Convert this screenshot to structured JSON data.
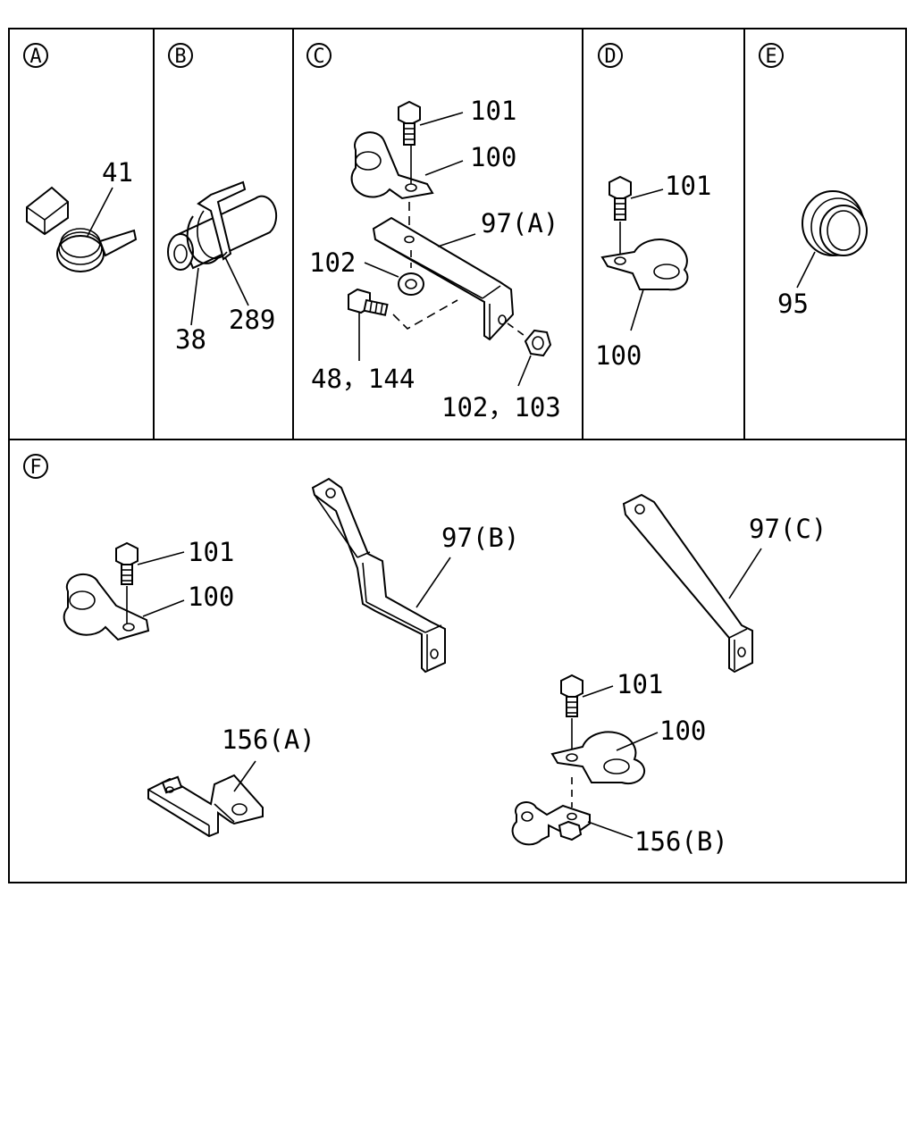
{
  "panels": {
    "A": {
      "id": "A",
      "labels": {
        "p41": "41"
      }
    },
    "B": {
      "id": "B",
      "labels": {
        "p38": "38",
        "p289": "289"
      }
    },
    "C": {
      "id": "C",
      "labels": {
        "p101": "101",
        "p100": "100",
        "p97a": "97(A)",
        "p102": "102",
        "p48": "48，144",
        "p102_103": "102，103"
      }
    },
    "D": {
      "id": "D",
      "labels": {
        "p101": "101",
        "p100": "100"
      }
    },
    "E": {
      "id": "E",
      "labels": {
        "p95": "95"
      }
    },
    "F": {
      "id": "F",
      "labels": {
        "p101a": "101",
        "p100a": "100",
        "p97b": "97(B)",
        "p97c": "97(C)",
        "p101b": "101",
        "p100b": "100",
        "p156a": "156(A)",
        "p156b": "156(B)"
      }
    }
  }
}
